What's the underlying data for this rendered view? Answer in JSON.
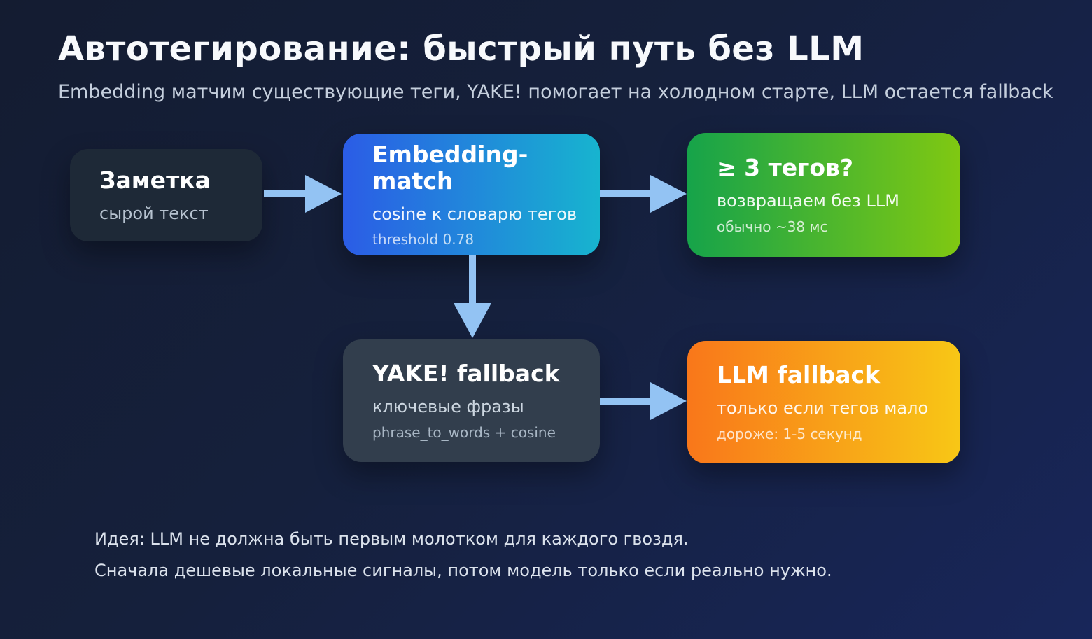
{
  "page": {
    "title": "Автотегирование: быстрый путь без LLM",
    "subtitle": "Embedding матчим существующие теги, YAKE! помогает на холодном старте, LLM остается fallback"
  },
  "diagram": {
    "nodes": {
      "note": {
        "title": "Заметка",
        "line1": "сырой текст"
      },
      "embedding": {
        "title": "Embedding-match",
        "line1": "cosine к словарю тегов",
        "line2": "threshold 0.78"
      },
      "tags": {
        "title": "≥ 3 тегов?",
        "line1": "возвращаем без LLM",
        "line2": "обычно ~38 мс"
      },
      "yake": {
        "title": "YAKE! fallback",
        "line1": "ключевые фразы",
        "line2": "phrase_to_words + cosine"
      },
      "llm": {
        "title": "LLM fallback",
        "line1": "только если тегов мало",
        "line2": "дороже: 1-5 секунд"
      }
    },
    "edges": [
      "note -> embedding",
      "embedding -> tags",
      "embedding -> yake",
      "yake -> llm"
    ],
    "colors": {
      "background_start": "#141c31",
      "background_end": "#18265a",
      "arrow": "#93c3f3",
      "note_card": "#1e2937",
      "yake_card": "#323e4d",
      "embedding_gradient_start": "#2b5ce6",
      "embedding_gradient_end": "#17b4cf",
      "tags_gradient_start": "#16a34a",
      "tags_gradient_end": "#80c812",
      "llm_gradient_start": "#f9771a",
      "llm_gradient_end": "#f8c716"
    }
  },
  "footer": {
    "line1": "Идея: LLM не должна быть первым молотком для каждого гвоздя.",
    "line2": "Сначала дешевые локальные сигналы, потом модель только если реально нужно."
  }
}
